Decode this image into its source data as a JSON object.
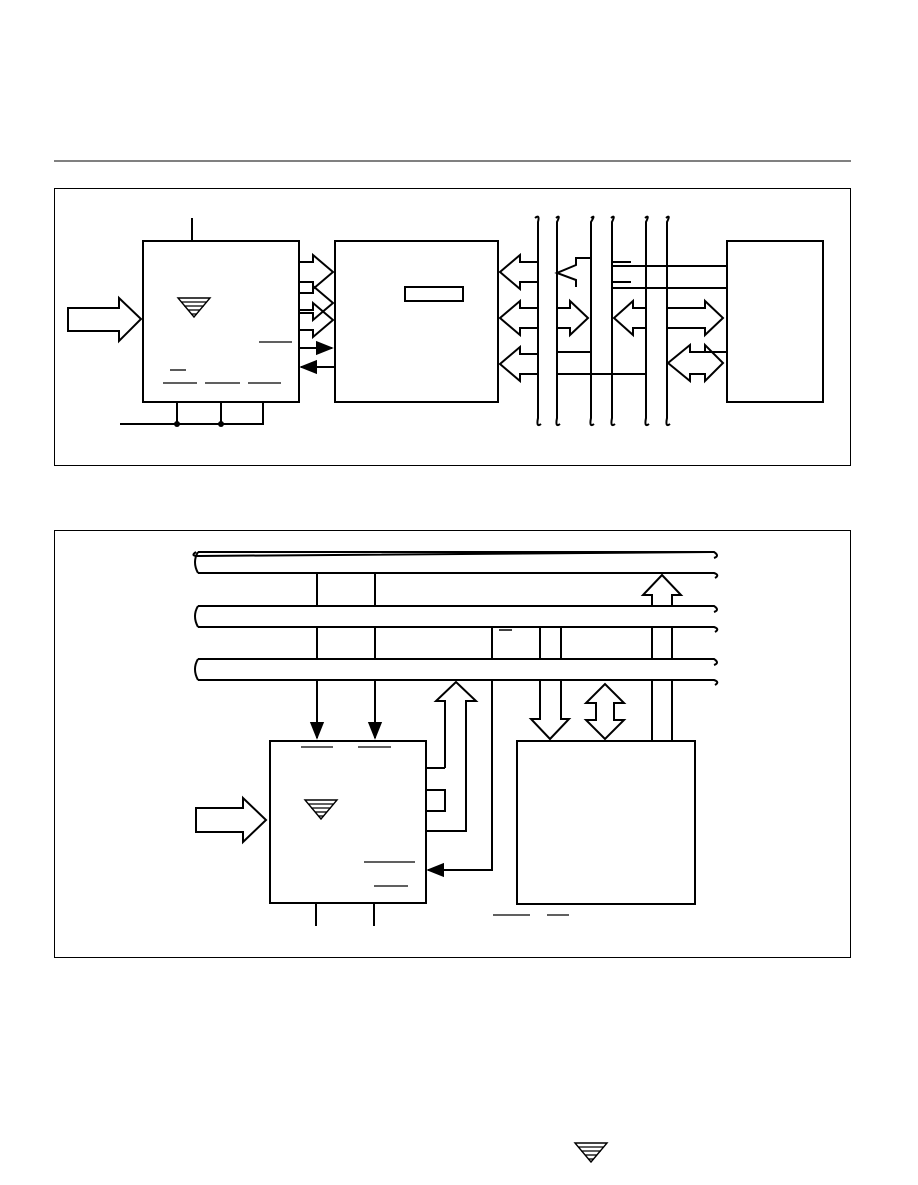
{
  "page": {
    "background": "#ffffff",
    "ink": "#000000"
  },
  "icons": {
    "logo": "inverted-triangle-lines-icon"
  },
  "figure_1": {
    "blocks": [
      "controller-block",
      "interface-block",
      "peripheral-block"
    ],
    "buses": [
      "vertical-bus-1",
      "vertical-bus-2",
      "vertical-bus-3"
    ]
  },
  "figure_2": {
    "blocks": [
      "controller-block",
      "memory-block"
    ],
    "buses": [
      "horizontal-bus-1",
      "horizontal-bus-2",
      "horizontal-bus-3"
    ]
  }
}
